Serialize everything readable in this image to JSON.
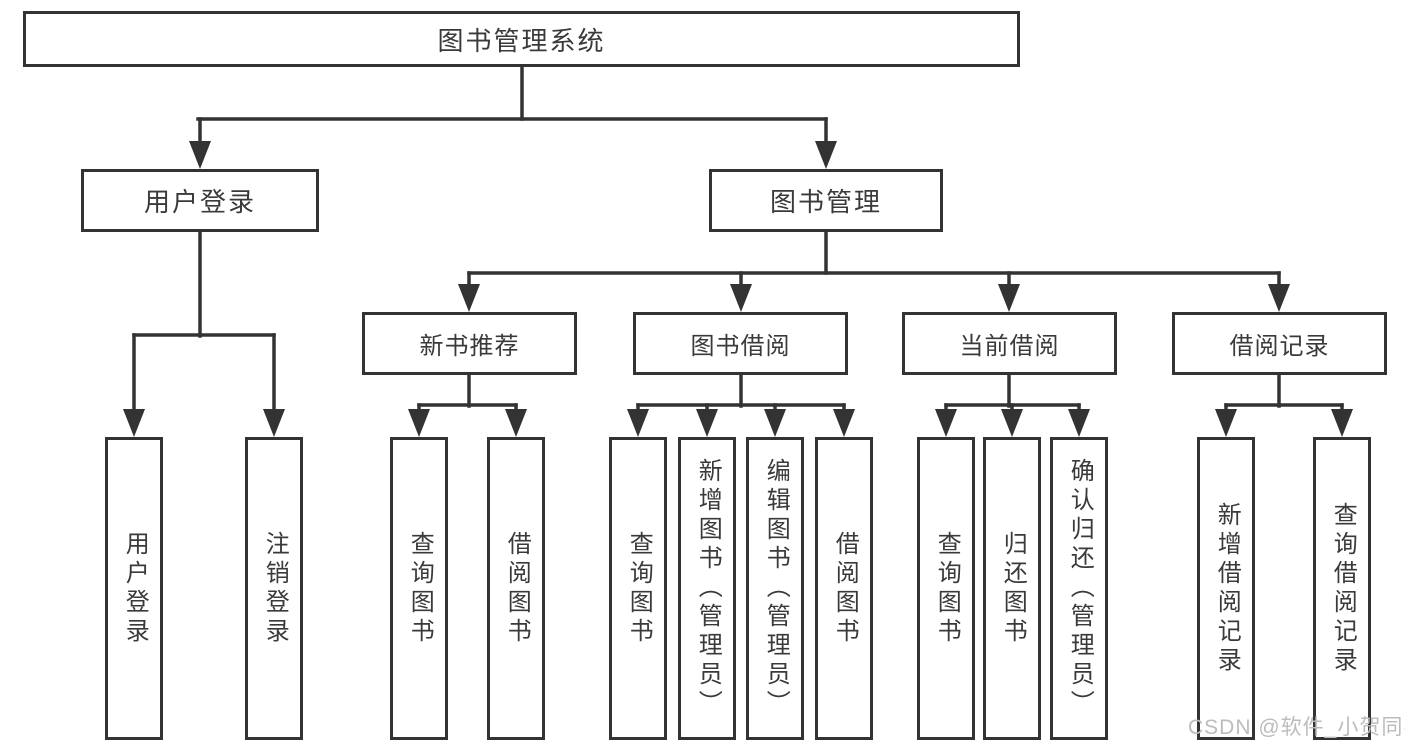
{
  "page": {
    "background_color": "#ffffff",
    "line_color": "#333333",
    "text_color": "#3a3a3a",
    "watermark_color": "#bcbcbc"
  },
  "watermark": "CSDN @软件_小贺同学",
  "diagram": {
    "root": {
      "label": "图书管理系统"
    },
    "branches": [
      {
        "label": "用户登录",
        "children": [
          {
            "label": "用户登录"
          },
          {
            "label": "注销登录"
          }
        ]
      },
      {
        "label": "图书管理",
        "children": [
          {
            "label": "新书推荐",
            "children": [
              {
                "label": "查询图书"
              },
              {
                "label": "借阅图书"
              }
            ]
          },
          {
            "label": "图书借阅",
            "children": [
              {
                "label": "查询图书"
              },
              {
                "label": "新增图书（管理员）"
              },
              {
                "label": "编辑图书（管理员）"
              },
              {
                "label": "借阅图书"
              }
            ]
          },
          {
            "label": "当前借阅",
            "children": [
              {
                "label": "查询图书"
              },
              {
                "label": "归还图书"
              },
              {
                "label": "确认归还（管理员）"
              }
            ]
          },
          {
            "label": "借阅记录",
            "children": [
              {
                "label": "新增借阅记录"
              },
              {
                "label": "查询借阅记录"
              }
            ]
          }
        ]
      }
    ]
  }
}
